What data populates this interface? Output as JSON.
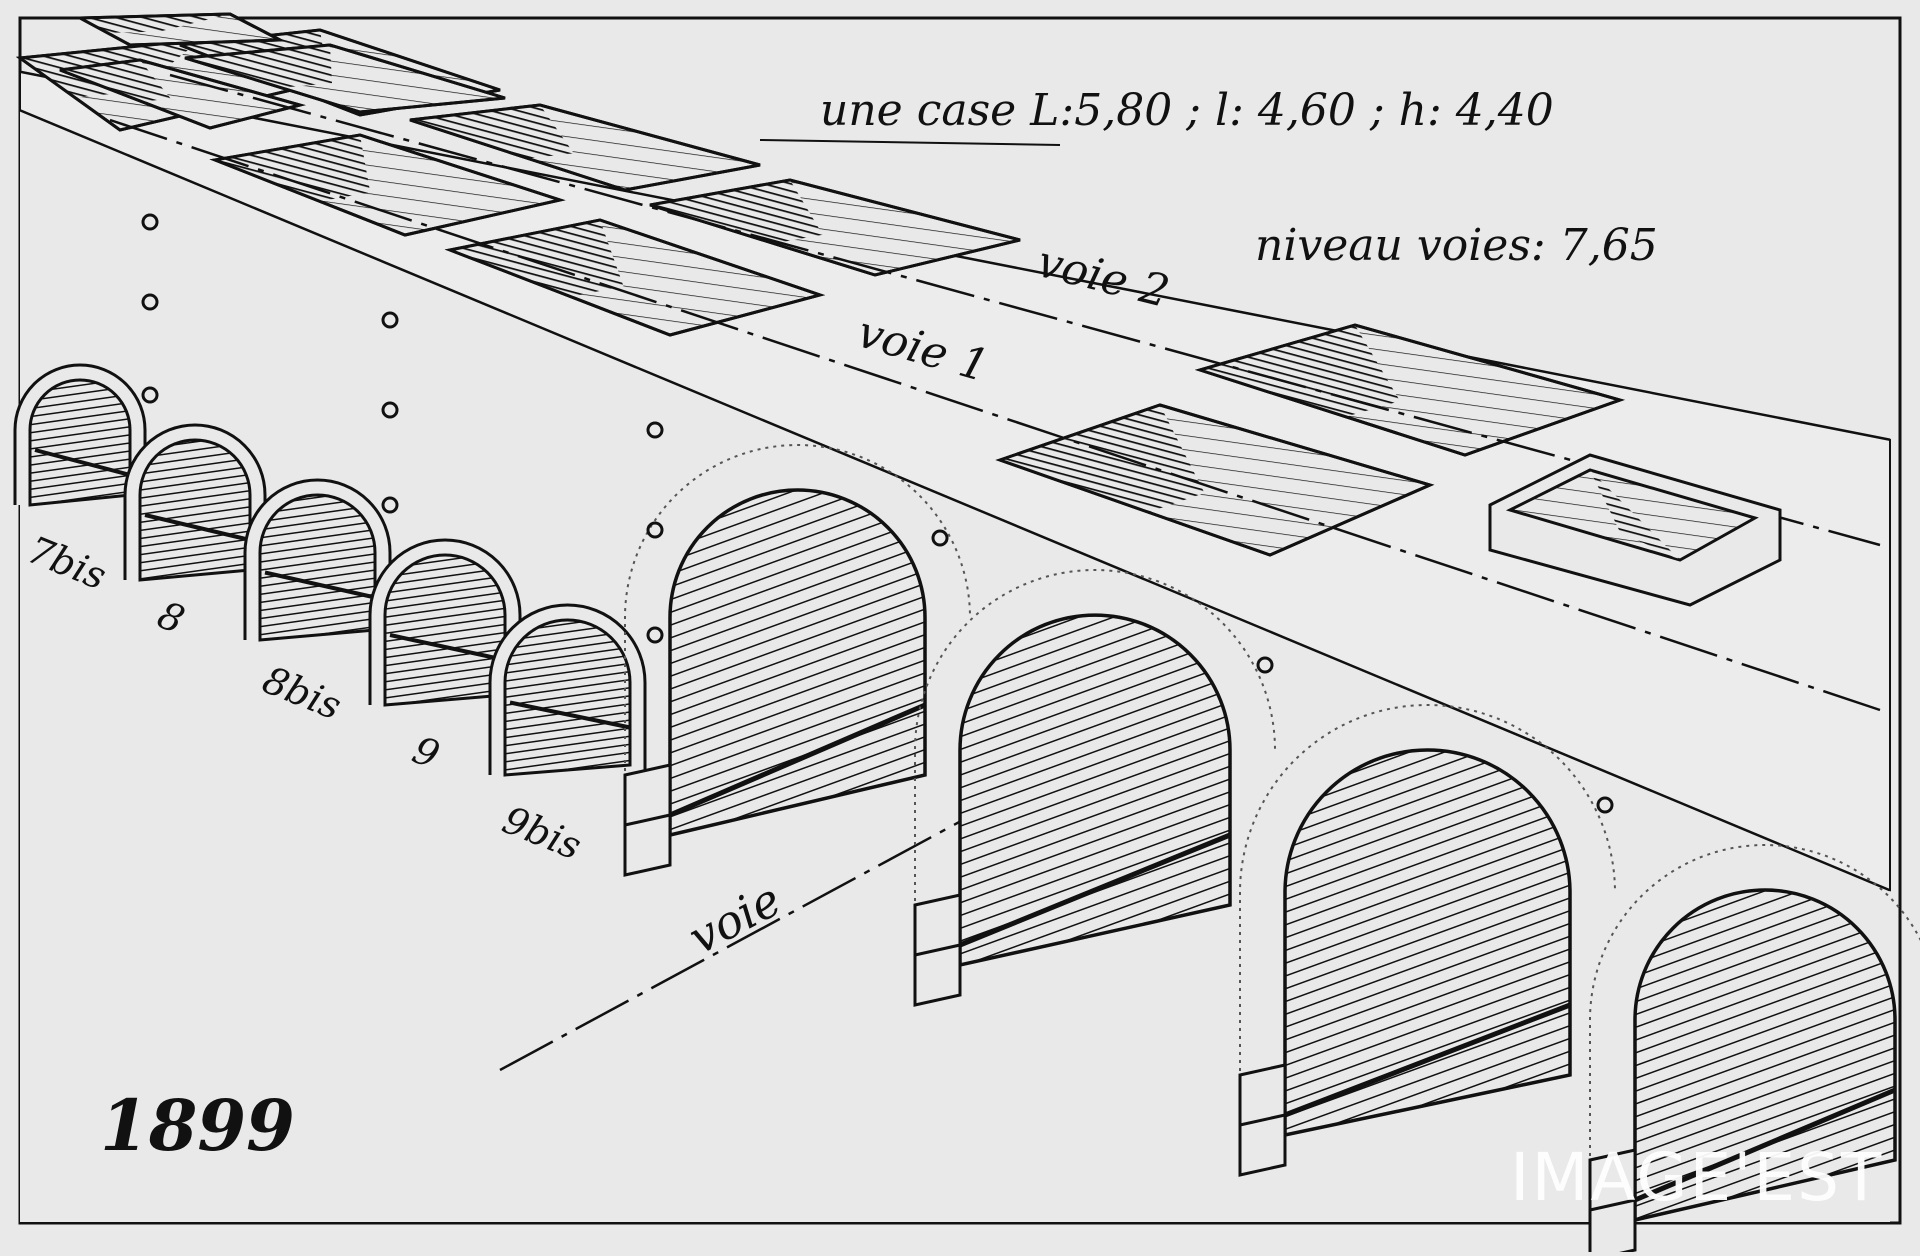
{
  "labels": {
    "case_dims": "une case L:5,80 ; l: 4,60 ; h: 4,40",
    "niveau": "niveau voies: 7,65",
    "voie1": "voie 1",
    "voie2": "voie 2",
    "voie": "voie",
    "year": "1899"
  },
  "arch_numbers": [
    "7bis",
    "8",
    "8bis",
    "9",
    "9bis"
  ],
  "watermark": "IMAGE'EST",
  "colors": {
    "paper": "#e9e9e9",
    "ink": "#111111",
    "watermark": "#ffffff"
  }
}
